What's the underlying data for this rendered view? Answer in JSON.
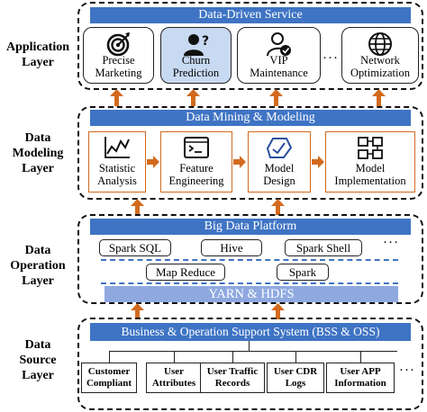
{
  "layers": {
    "application": [
      "Application",
      "Layer"
    ],
    "modeling": [
      "Data",
      "Modeling",
      "Layer"
    ],
    "operation": [
      "Data",
      "Operation",
      "Layer"
    ],
    "source": [
      "Data",
      "Source",
      "Layer"
    ]
  },
  "application": {
    "title": "Data-Driven Service",
    "cards": [
      {
        "line1": "Precise",
        "line2": "Marketing",
        "icon": "target-icon"
      },
      {
        "line1": "Churn",
        "line2": "Prediction",
        "icon": "user-question-icon"
      },
      {
        "line1": "VIP",
        "line2": "Maintenance",
        "icon": "vip-user-icon"
      },
      {
        "line1": "Network",
        "line2": "Optimization",
        "icon": "globe-icon"
      }
    ],
    "ellipsis": "···"
  },
  "modeling": {
    "title": "Data Mining & Modeling",
    "cards": [
      {
        "line1": "Statistic",
        "line2": "Analysis",
        "icon": "line-chart-icon"
      },
      {
        "line1": "Feature",
        "line2": "Engineering",
        "icon": "terminal-icon"
      },
      {
        "line1": "Model",
        "line2": "Design",
        "icon": "design-icon"
      },
      {
        "line1": "Model",
        "line2": "Implementation",
        "icon": "flowchart-icon"
      }
    ]
  },
  "operation": {
    "title": "Big Data Platform",
    "row1": [
      "Spark SQL",
      "Hive",
      "Spark Shell"
    ],
    "row2": [
      "Map Reduce",
      "Spark"
    ],
    "ellipsis": "···",
    "base": "YARN & HDFS"
  },
  "source": {
    "title": "Business & Operation Support System (BSS & OSS)",
    "cells": [
      {
        "line1": "Customer",
        "line2": "Compliant"
      },
      {
        "line1": "User",
        "line2": "Attributes"
      },
      {
        "line1": "User Traffic",
        "line2": "Records"
      },
      {
        "line1": "User CDR",
        "line2": "Logs"
      },
      {
        "line1": "User APP",
        "line2": "Information"
      }
    ],
    "ellipsis": "···"
  },
  "colors": {
    "blue": "#3f74c4",
    "light_blue": "#8fa9e0",
    "orange": "#d26a1e",
    "highlight": "#c8d9f2"
  }
}
